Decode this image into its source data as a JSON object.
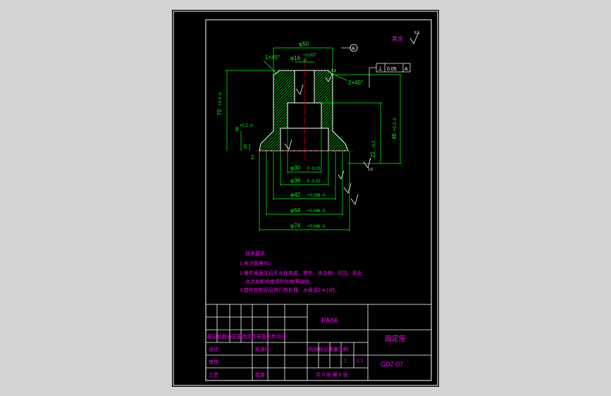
{
  "colors": {
    "background": "#d3d3d3",
    "sheet": "#000000",
    "frame": "#ffffff",
    "outline": "#ffffff",
    "dimension": "#00ff00",
    "note_text": "#ff00ff",
    "centerline": "#ff0000",
    "title_grid": "#ffffff",
    "hatch": "#00ff00"
  },
  "drawing": {
    "dims": {
      "d50": "φ50",
      "d16": "φ16",
      "d16_tol_up": "+0.027",
      "d16_tol_dn": "-0",
      "chamfer_left": "1×45°",
      "chamfer_right": "2×45°",
      "datum": "A",
      "perp_symbol": "⊥",
      "perp_value": "0.05",
      "perp_datum": "A",
      "height70": "70",
      "height70_tol": "+0.3 -0",
      "h8": "8",
      "h8_tol": "+0.2 -0",
      "h5": "5",
      "h2": "2",
      "h22": "22",
      "h22_tol": "-0.2",
      "h46": "46",
      "h46_tol": "+0.3 -0",
      "d30": "φ30",
      "d30_tol": "0 -0.03",
      "d38": "φ38",
      "d38_tol": "0 -0.03",
      "d42": "φ42",
      "d42_tol": "+0.039 -0",
      "d64": "φ64",
      "d64_tol": "+0.046 -0",
      "d74": "φ74",
      "d74_tol": "+0.046 -0",
      "rough_general": "其余",
      "rough_value": "6.3",
      "rough_small_1": "3.2",
      "rough_small_2": "1.6"
    },
    "notes": {
      "title": "技术要求",
      "line1": "1.未注圆角R1。",
      "line2": "2.零件表面注目不允许有碰、擦伤、夹杂物、凹坑、氧化",
      "line2b": "点点和影响使用的划痕等缺陷。",
      "line3": "3.塑件在制好后进行热处理，水煮浸2-4小时。"
    }
  },
  "title_block": {
    "material": "PA66",
    "part_name": "固定座",
    "drawing_no": "GDZ-07",
    "revision_row": "标记处数分区更改文件号签名年月日",
    "designer": "设计",
    "standardization": "标准化",
    "stage_labels": "阶段标记重量比例",
    "scale": "1:1",
    "quantity": "1",
    "reviewer": "审核",
    "process": "工艺",
    "approve": "批准",
    "sheets": "共 0 张  第 0 张"
  }
}
